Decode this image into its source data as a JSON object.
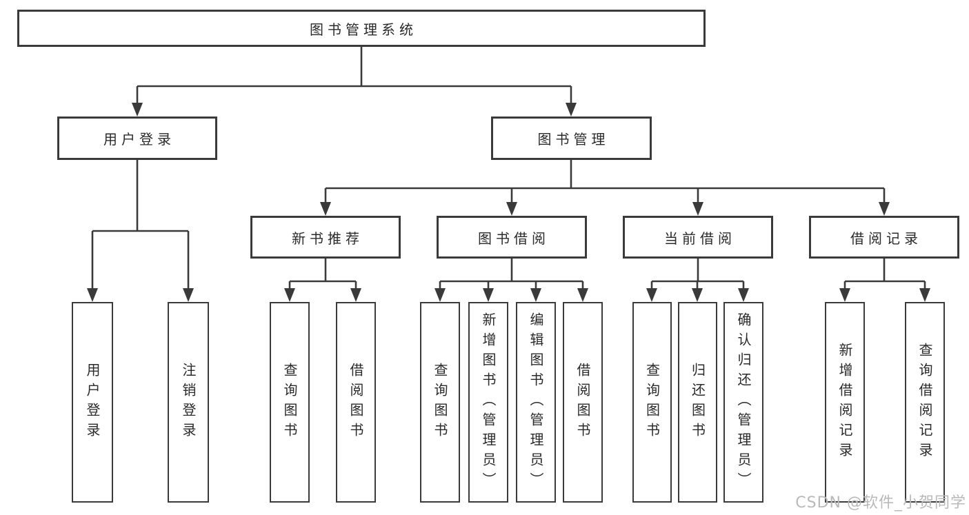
{
  "diagram": {
    "root": {
      "label": "图书管理系统"
    },
    "branches": [
      {
        "label": "用户登录",
        "children": [
          {
            "label": "用户登录"
          },
          {
            "label": "注销登录"
          }
        ]
      },
      {
        "label": "图书管理",
        "children": [
          {
            "label": "新书推荐",
            "children": [
              {
                "label": "查询图书"
              },
              {
                "label": "借阅图书"
              }
            ]
          },
          {
            "label": "图书借阅",
            "children": [
              {
                "label": "查询图书"
              },
              {
                "label": "新增图书（管理员）"
              },
              {
                "label": "编辑图书（管理员）"
              },
              {
                "label": "借阅图书"
              }
            ]
          },
          {
            "label": "当前借阅",
            "children": [
              {
                "label": "查询图书"
              },
              {
                "label": "归还图书"
              },
              {
                "label": "确认归还（管理员）"
              }
            ]
          },
          {
            "label": "借阅记录",
            "children": [
              {
                "label": "新增借阅记录"
              },
              {
                "label": "查询借阅记录"
              }
            ]
          }
        ]
      }
    ]
  },
  "watermark": "CSDN @软件_小贺同学",
  "colors": {
    "line": "#3a3a3a",
    "text": "#2a2a2a",
    "watermark": "#b9b9b9",
    "background": "#ffffff"
  }
}
